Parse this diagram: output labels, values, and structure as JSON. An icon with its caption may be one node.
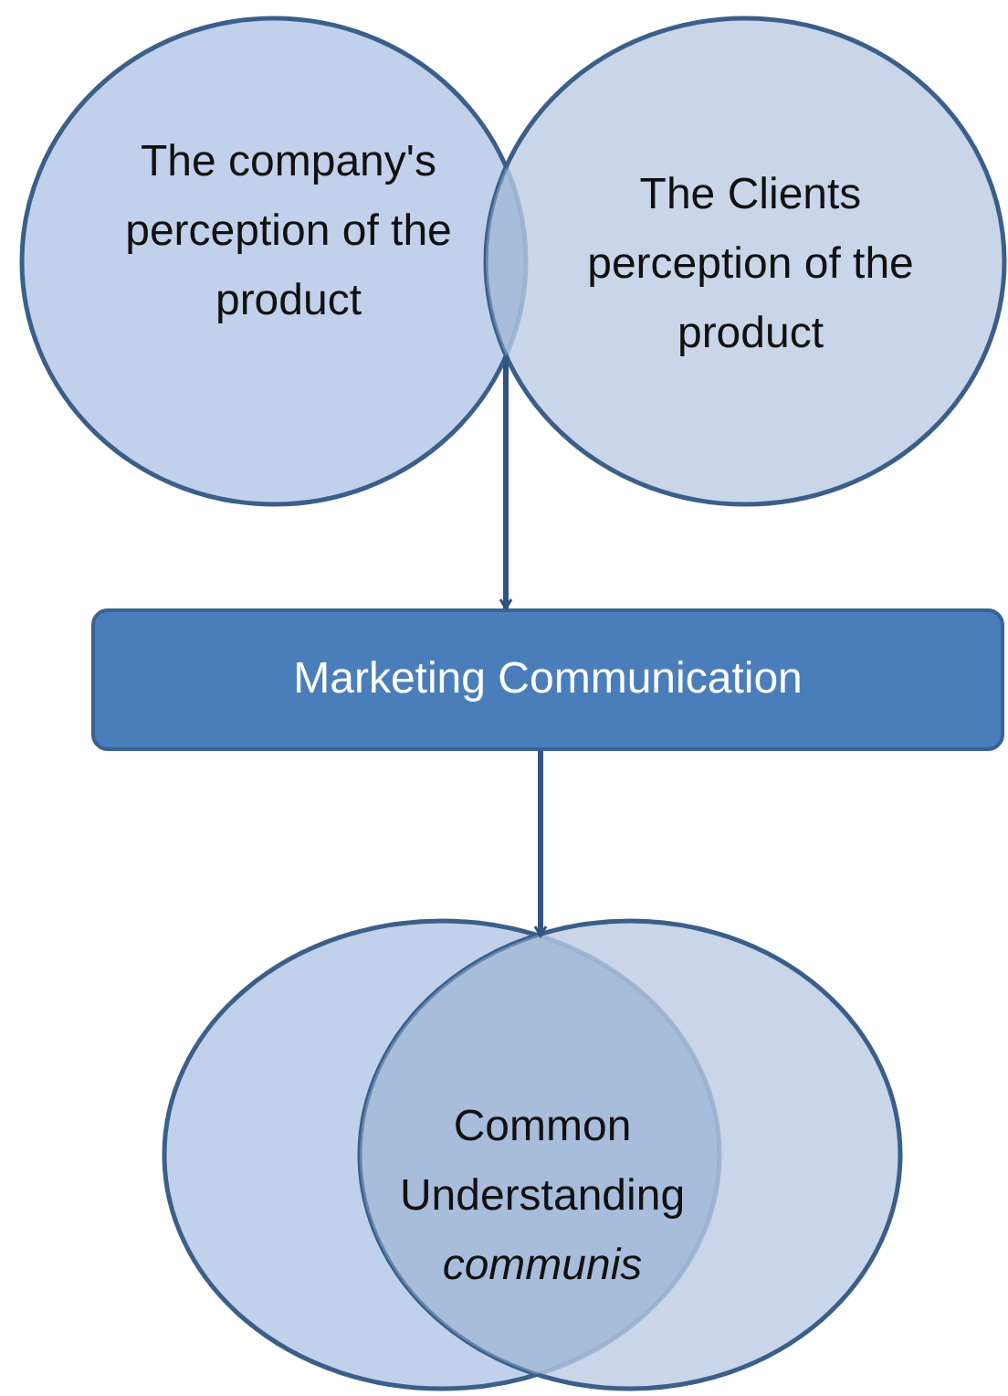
{
  "diagram": {
    "nodes": [
      {
        "text": [
          "The company's perception of the product"
        ]
      },
      {
        "text": [
          "The Clients perception of the product"
        ]
      },
      {
        "text": [],
        "shape": "lens"
      },
      {
        "text": [
          "Marketing Communication"
        ]
      },
      {
        "text": [],
        "shape": "circle"
      },
      {
        "text": [],
        "shape": "circle"
      },
      {
        "text": [
          "Common Understanding",
          "communis"
        ]
      }
    ],
    "edges": [
      {
        "from": 2,
        "to": 3,
        "arrow": "to"
      },
      {
        "from": 3,
        "to": 6,
        "arrow": "to"
      }
    ]
  }
}
